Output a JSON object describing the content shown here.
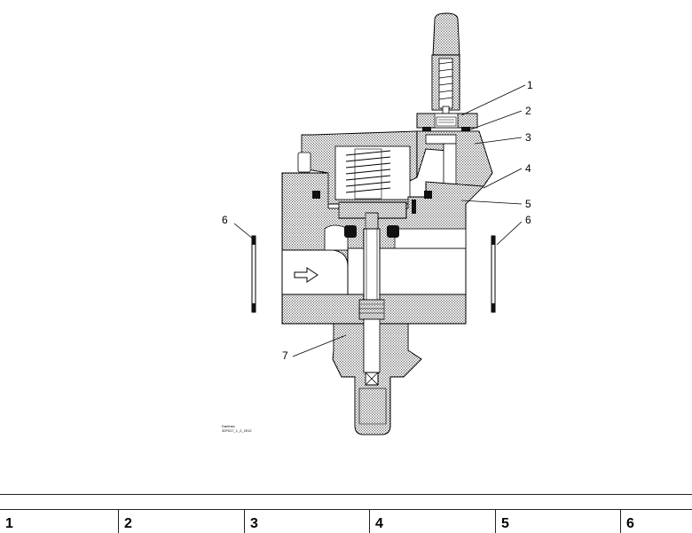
{
  "figure": {
    "callouts": [
      "1",
      "2",
      "3",
      "4",
      "5",
      "6",
      "6",
      "7"
    ],
    "source_lines": [
      "Danfoss",
      "32F517_1_2_2012"
    ]
  },
  "table": {
    "headers": [
      "1",
      "2",
      "3",
      "4",
      "5",
      "6"
    ]
  }
}
